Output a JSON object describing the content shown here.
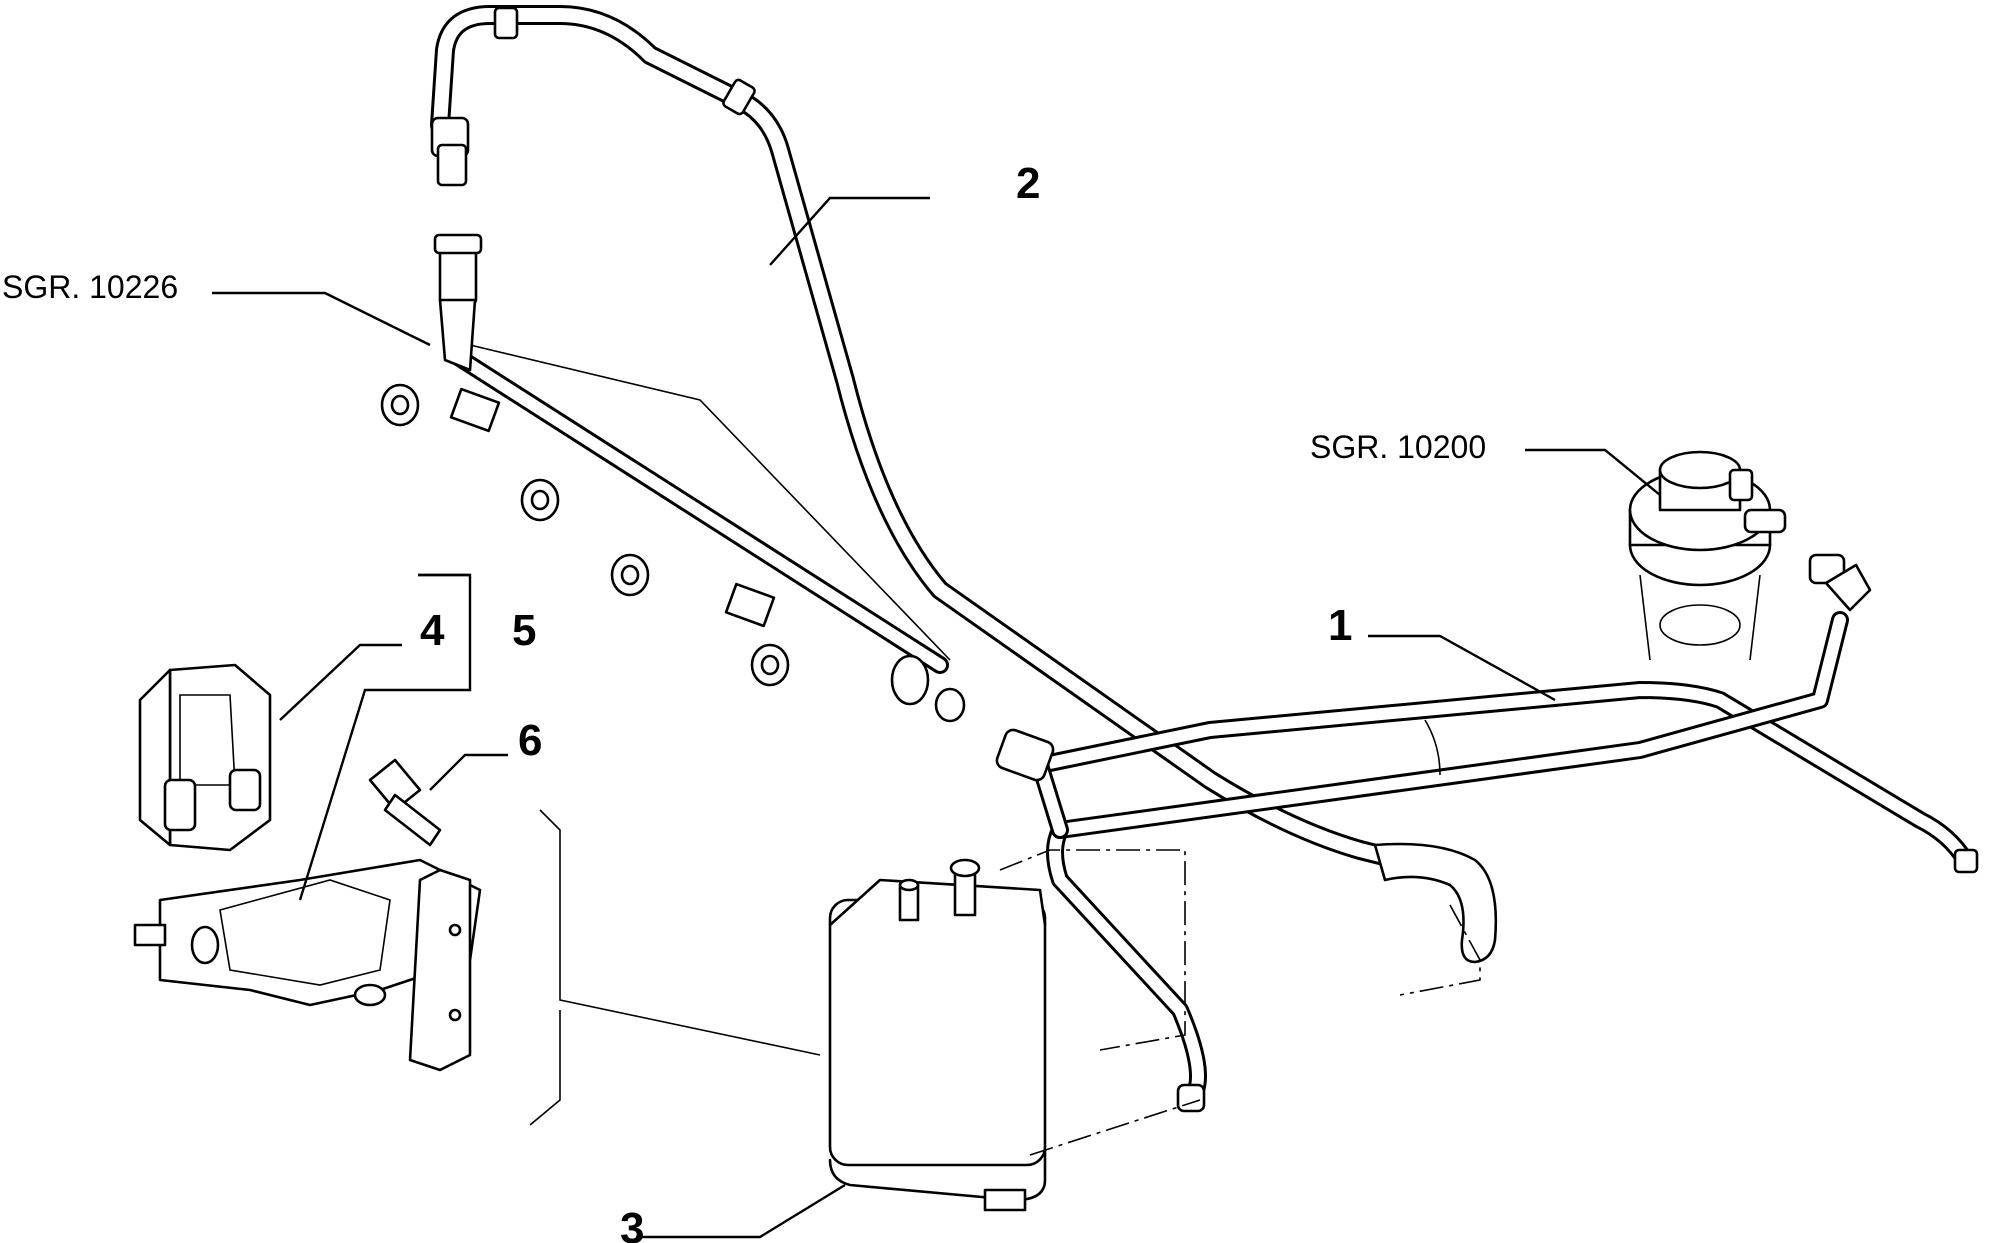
{
  "labels": {
    "callout_1": "1",
    "callout_2": "2",
    "callout_3": "3",
    "callout_4": "4",
    "callout_5": "5",
    "callout_6": "6",
    "ref_sgr_10226": "SGR. 10226",
    "ref_sgr_10200": "SGR. 10200"
  }
}
